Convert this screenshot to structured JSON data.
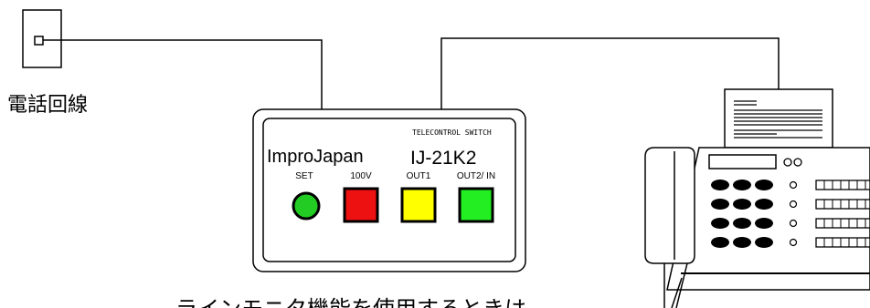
{
  "wall_outlet": {
    "label": "電話回線"
  },
  "switch_unit": {
    "subtitle": "TELECONTROL SWITCH",
    "brand": "ImproJapan",
    "model": "IJ-21K2",
    "controls": [
      {
        "label": "SET",
        "color": "#22cc22",
        "shape": "circle"
      },
      {
        "label": "100V",
        "color": "#ee1111",
        "shape": "square"
      },
      {
        "label": "OUT1",
        "color": "#ffff00",
        "shape": "square"
      },
      {
        "label": "OUT2/ IN",
        "color": "#22ee22",
        "shape": "square"
      }
    ]
  },
  "caption": {
    "text": "ラインモニタ機能を使用するときは"
  }
}
